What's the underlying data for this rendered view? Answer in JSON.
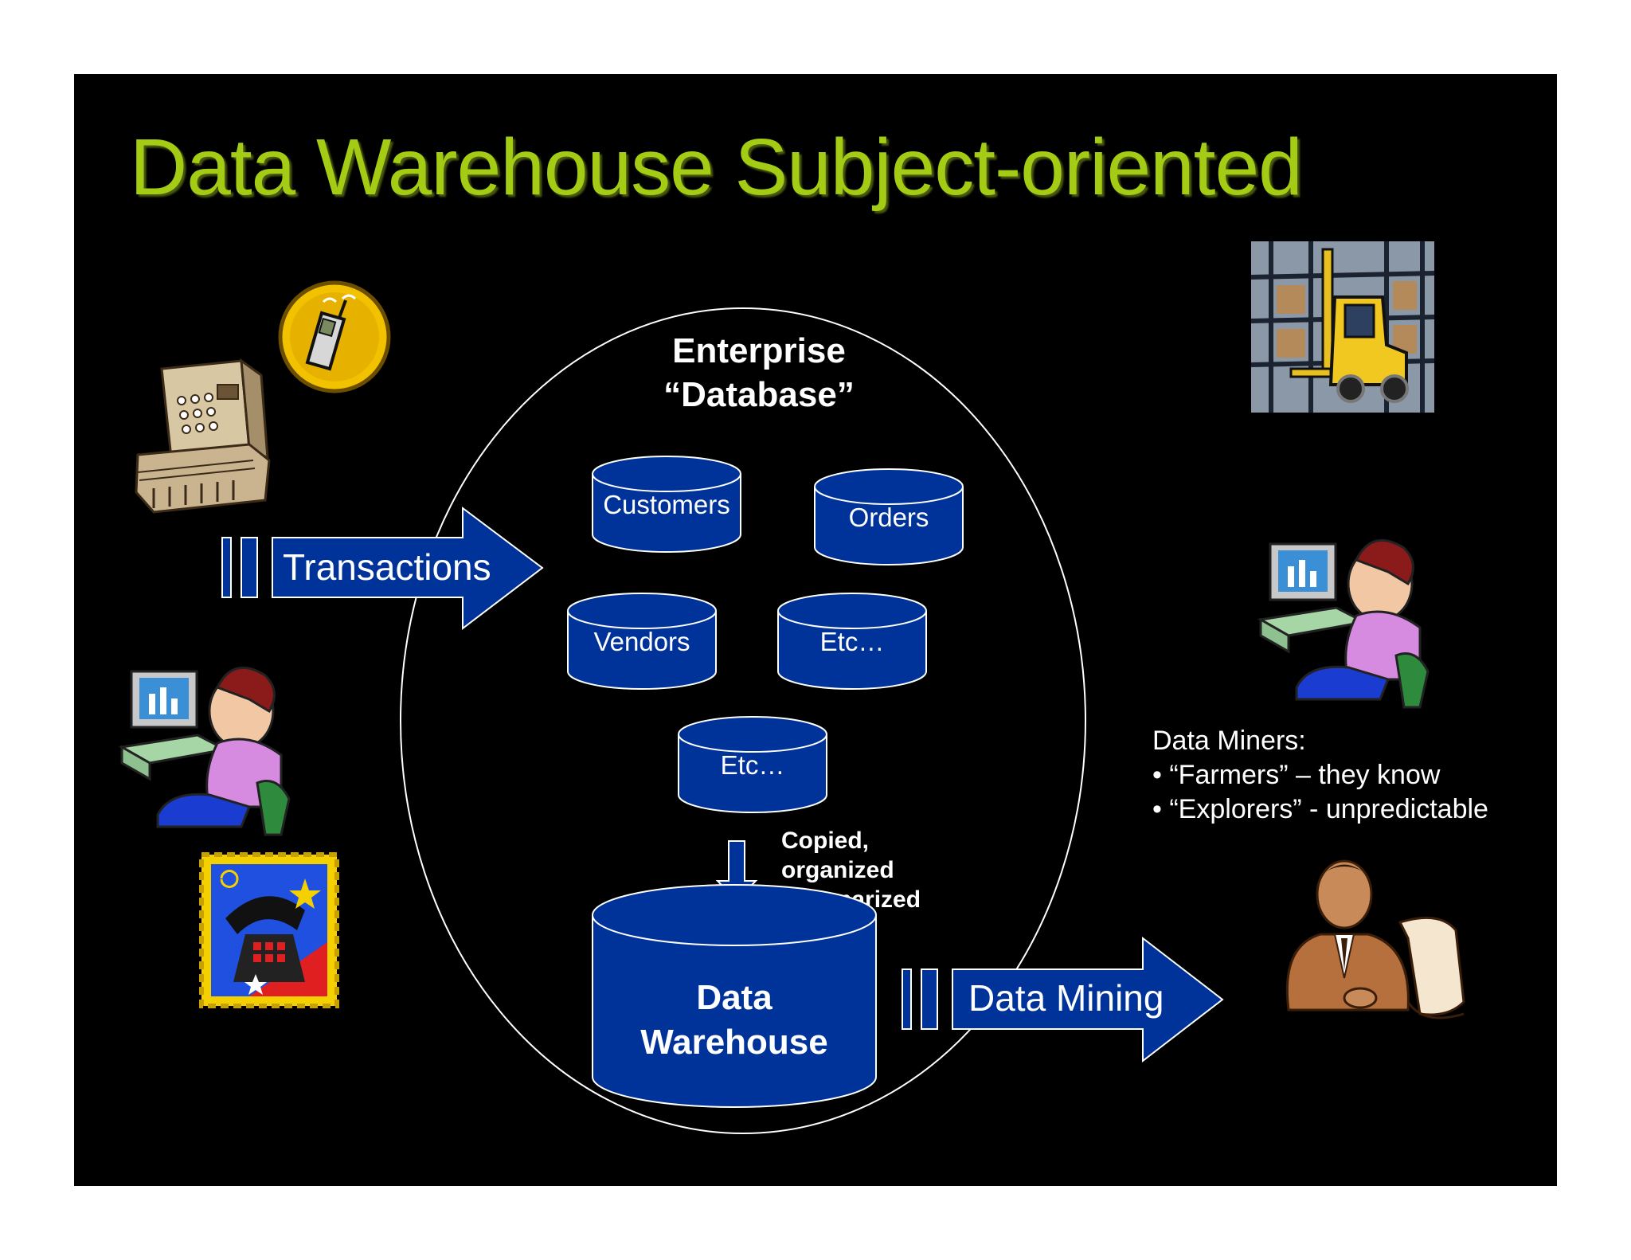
{
  "title": "Data Warehouse Subject-oriented",
  "enterprise_db": {
    "line1": "Enterprise",
    "line2": "“Database”"
  },
  "tables": [
    "Customers",
    "Orders",
    "Vendors",
    "Etc…",
    "Etc…"
  ],
  "transactions_label": "Transactions",
  "copied_note": [
    "Copied,",
    "organized",
    "summarized"
  ],
  "warehouse": {
    "line1": "Data",
    "line2": "Warehouse"
  },
  "data_mining_label": "Data Mining",
  "data_miners": {
    "heading": "Data Miners:",
    "items": [
      "• “Farmers” – they know",
      "• “Explorers” - unpredictable"
    ]
  },
  "colors": {
    "title": "#a4cc14",
    "cylinder": "#003399",
    "background": "#000000"
  },
  "icons": [
    "cash-register-icon",
    "cell-phone-icon",
    "computer-user-icon",
    "telephone-stamp-icon",
    "forklift-warehouse-icon",
    "computer-user-icon",
    "thinking-man-icon"
  ]
}
